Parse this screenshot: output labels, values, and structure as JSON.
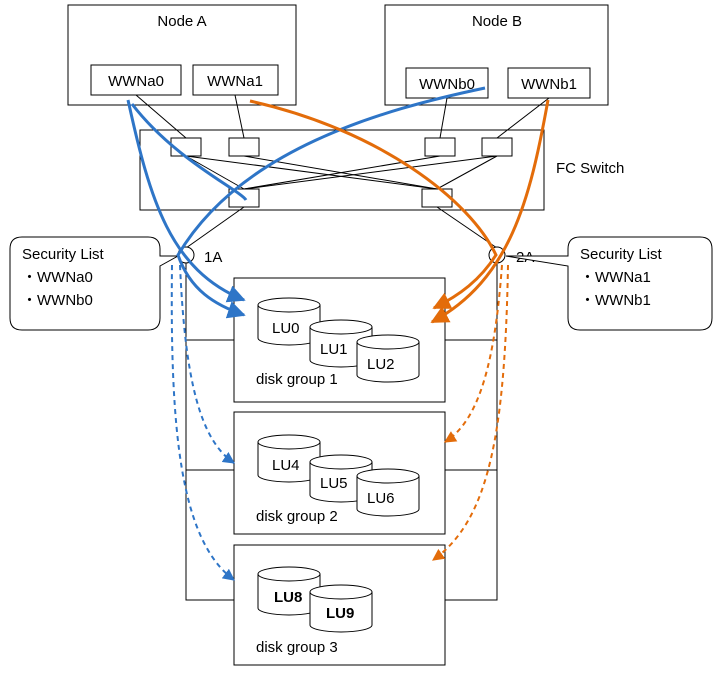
{
  "nodes": {
    "a": {
      "title": "Node A",
      "ports": [
        "WWNa0",
        "WWNa1"
      ]
    },
    "b": {
      "title": "Node B",
      "ports": [
        "WWNb0",
        "WWNb1"
      ]
    }
  },
  "switch": {
    "label": "FC Switch"
  },
  "storage_ports": {
    "left": "1A",
    "right": "2A"
  },
  "security_lists": {
    "left": {
      "title": "Security List",
      "items": [
        "・WWNa0",
        "・WWNb0"
      ]
    },
    "right": {
      "title": "Security List",
      "items": [
        "・WWNa1",
        "・WWNb1"
      ]
    }
  },
  "disk_groups": [
    {
      "label": "disk group 1",
      "lus": [
        "LU0",
        "LU1",
        "LU2"
      ]
    },
    {
      "label": "disk group 2",
      "lus": [
        "LU4",
        "LU5",
        "LU6"
      ]
    },
    {
      "label": "disk group 3",
      "lus": [
        "LU8",
        "LU9"
      ]
    }
  ],
  "colors": {
    "blue": "#2e75c7",
    "orange": "#e36c0a",
    "line": "#000000"
  }
}
